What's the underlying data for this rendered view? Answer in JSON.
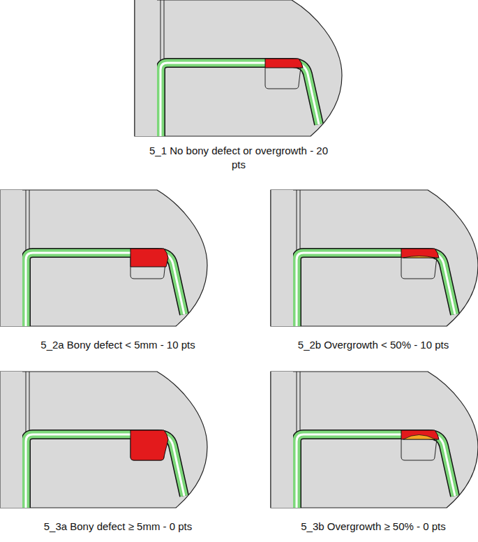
{
  "diagram": {
    "labels": [
      "5_1 No bony defect or overgrowth - 20 pts",
      "5_2a Bony defect < 5mm - 10 pts",
      "5_2b Overgrowth < 50% - 10 pts",
      "5_3a Bony defect ≥ 5mm - 0 pts",
      "5_3b Overgrowth ≥ 50% - 0 pts"
    ]
  }
}
